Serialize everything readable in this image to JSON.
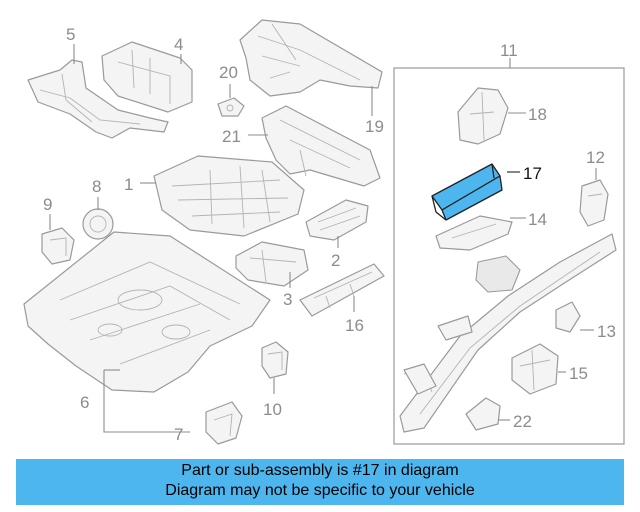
{
  "callouts": {
    "c1": "1",
    "c2": "2",
    "c3": "3",
    "c4": "4",
    "c5": "5",
    "c6": "6",
    "c7": "7",
    "c8": "8",
    "c9": "9",
    "c10": "10",
    "c11": "11",
    "c12": "12",
    "c13": "13",
    "c14": "14",
    "c15": "15",
    "c16": "16",
    "c17": "17",
    "c18": "18",
    "c19": "19",
    "c20": "20",
    "c21": "21",
    "c22": "22"
  },
  "highlight": {
    "part": "17",
    "color": "#4eb6ee"
  },
  "caption": {
    "line1": "Part or sub-assembly is #17 in diagram",
    "line2": "Diagram may not be specific to your vehicle"
  }
}
